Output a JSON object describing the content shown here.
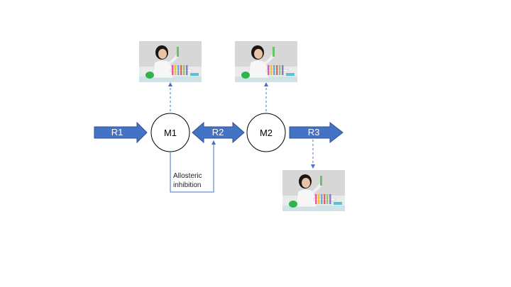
{
  "colors": {
    "arrow_fill": "#4472c4",
    "arrow_stroke": "#2f528f",
    "connector": "#4472c4",
    "node_stroke": "#000000"
  },
  "reactions": {
    "r1": "R1",
    "r2": "R2",
    "r3": "R3"
  },
  "metabolites": {
    "m1": "M1",
    "m2": "M2"
  },
  "annotation": {
    "line1": "Allosteric",
    "line2": "inhibition"
  },
  "images": {
    "icon": "scientist-with-test-tubes-photo"
  }
}
